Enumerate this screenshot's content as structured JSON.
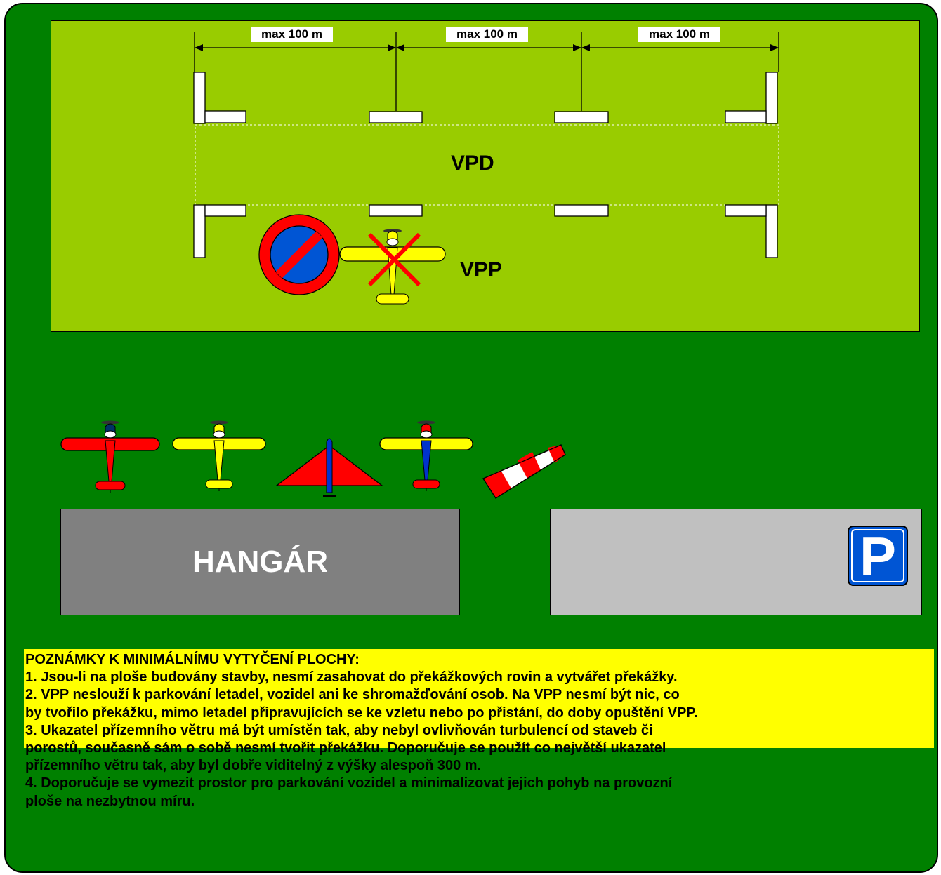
{
  "diagram": {
    "dimension_labels": [
      "max 100 m",
      "max 100 m",
      "max 100 m"
    ],
    "runway_label": "VPD",
    "strip_label": "VPP",
    "hangar_label": "HANGÁR",
    "parking_label": "P",
    "icons": [
      "no-parking-sign-icon",
      "crossed-airplane-icon",
      "red-airplane-icon",
      "yellow-airplane-icon",
      "delta-glider-icon",
      "yellow-blue-airplane-icon",
      "windsock-icon"
    ],
    "colors": {
      "frame": "#008000",
      "airfield": "#99cc00",
      "hangar": "#808080",
      "parking": "#c0c0c0",
      "parking_sign": "#0055d4",
      "notes": "#ffff00"
    }
  },
  "notes": {
    "title": "POZNÁMKY K MINIMÁLNÍMU VYTYČENÍ PLOCHY:",
    "lines": [
      "1. Jsou-li na ploše budovány stavby, nesmí zasahovat do překážkových rovin a vytvářet překážky.",
      "2. VPP neslouží k parkování letadel, vozidel ani ke shromažďování osob. Na VPP nesmí být nic, co",
      "by tvořilo překážku, mimo letadel připravujících se ke vzletu nebo po přistání, do doby opuštění VPP.",
      "3. Ukazatel přízemního větru má být umístěn tak, aby nebyl ovlivňován turbulencí od staveb či",
      "porostů, současně sám o sobě nesmí tvořit překážku. Doporučuje se použít co největší ukazatel",
      "přízemního větru tak, aby byl dobře viditelný z výšky alespoň 300 m.",
      "4.  Doporučuje se vymezit prostor pro parkování vozidel a minimalizovat jejich pohyb na provozní",
      "ploše na nezbytnou míru."
    ]
  }
}
